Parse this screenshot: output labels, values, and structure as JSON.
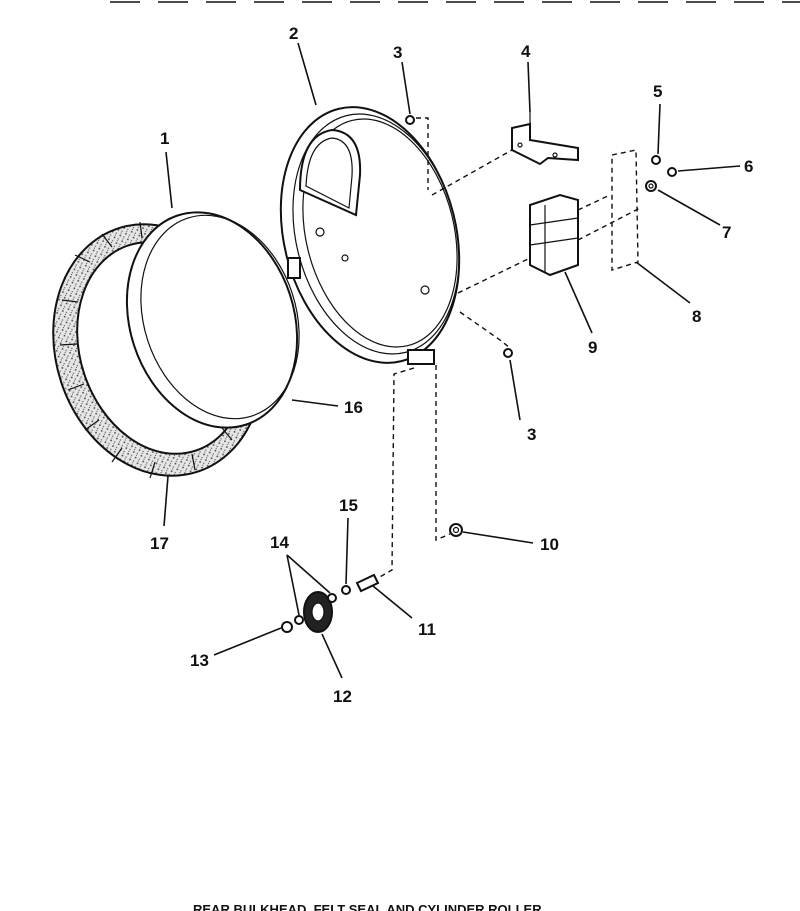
{
  "title": "REAR BULKHEAD, FELT SEAL AND CYLINDER ROLLER",
  "callouts": [
    "1",
    "2",
    "3",
    "4",
    "5",
    "6",
    "7",
    "8",
    "9",
    "3",
    "10",
    "11",
    "12",
    "13",
    "14",
    "15",
    "16",
    "17"
  ],
  "colors": {
    "ink": "#111111",
    "paper": "#ffffff",
    "felt": "#bdbdbd"
  }
}
